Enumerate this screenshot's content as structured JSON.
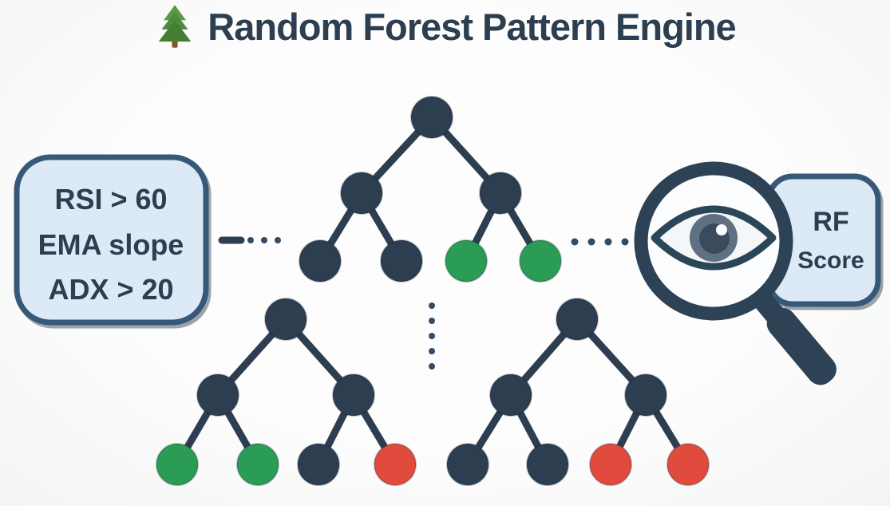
{
  "title": {
    "icon": "evergreen-tree-icon",
    "text": "Random Forest Pattern Engine"
  },
  "feature_box": {
    "lines": [
      "RSI > 60",
      "EMA slope",
      "ADX > 20"
    ]
  },
  "output_box": {
    "line1": "RF",
    "line2": "Score"
  },
  "magnifier": {
    "icon": "magnifying-glass-eye-icon"
  },
  "diagram": {
    "type": "random-forest-ensemble",
    "trees": [
      {
        "name": "tree-1",
        "leaf_states": [
          "dark",
          "dark",
          "green",
          "green"
        ]
      },
      {
        "name": "tree-2",
        "leaf_states": [
          "green",
          "green",
          "dark",
          "red"
        ]
      },
      {
        "name": "tree-3",
        "leaf_states": [
          "dark",
          "dark",
          "red",
          "red"
        ]
      }
    ]
  },
  "colors": {
    "dark_node": "#2d3e50",
    "green_node": "#2b9c55",
    "red_node": "#e14b3e",
    "edge": "#2d3e50",
    "box_fill": "#dce9f6",
    "box_border": "#375977",
    "accent_text": "#2c3e50",
    "background": "#fafbfb"
  }
}
